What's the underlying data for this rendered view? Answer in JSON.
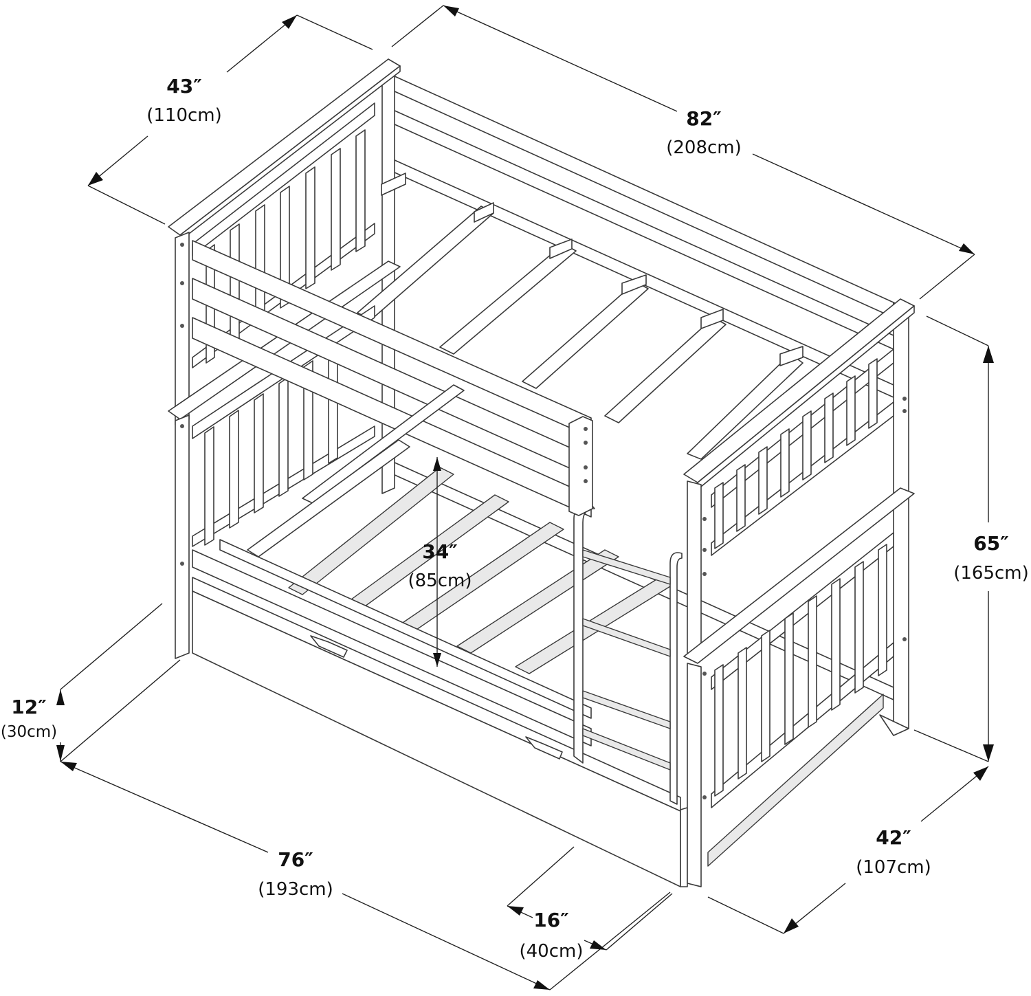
{
  "dimensions": {
    "depth_top": {
      "imperial": "43″",
      "metric": "(110cm)"
    },
    "length_top": {
      "imperial": "82″",
      "metric": "(208cm)"
    },
    "height_total": {
      "imperial": "65″",
      "metric": "(165cm)"
    },
    "clearance": {
      "imperial": "34″",
      "metric": "(85cm)"
    },
    "trundle_height": {
      "imperial": "12″",
      "metric": "(30cm)"
    },
    "length_bottom": {
      "imperial": "76″",
      "metric": "(193cm)"
    },
    "trundle_depth": {
      "imperial": "16″",
      "metric": "(40cm)"
    },
    "depth_bottom": {
      "imperial": "42″",
      "metric": "(107cm)"
    }
  },
  "colors": {
    "line": "#3a3a3a",
    "shade": "#e9e9e9",
    "text": "#111111"
  }
}
